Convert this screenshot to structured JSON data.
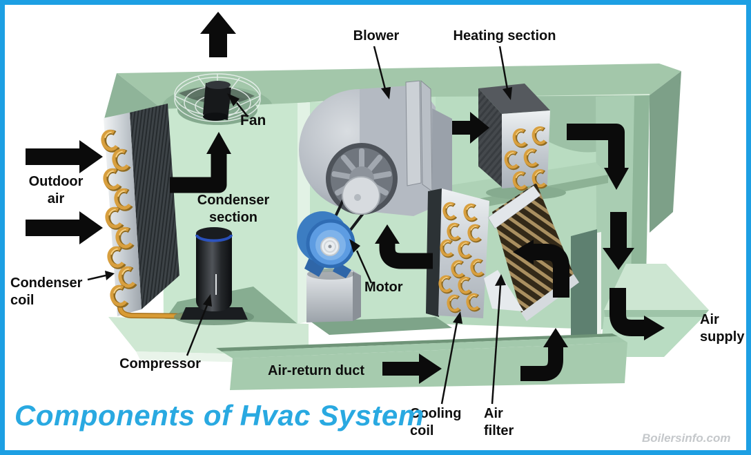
{
  "diagram": {
    "title": "Components of Hvac System",
    "watermark": "Boilersinfo.com",
    "labels": {
      "blower": "Blower",
      "heating_section": "Heating section",
      "fan": "Fan",
      "outdoor_air": "Outdoor\nair",
      "condenser_section": "Condenser\nsection",
      "condenser_coil": "Condenser\ncoil",
      "compressor": "Compressor",
      "motor": "Motor",
      "air_return_duct": "Air-return duct",
      "cooling_coil": "Cooling\ncoil",
      "air_filter": "Air\nfilter",
      "air_supply": "Air\nsupply"
    },
    "colors": {
      "border": "#1d9fe3",
      "title": "#29a9e1",
      "watermark": "#c5c8cb",
      "housing_green": "#a3c7aa",
      "arrow_black": "#0b0b0b",
      "coil_gold": "#d89f3e",
      "motor_blue": "#5d9ce2",
      "metal_silver": "#c7cdd3"
    }
  }
}
